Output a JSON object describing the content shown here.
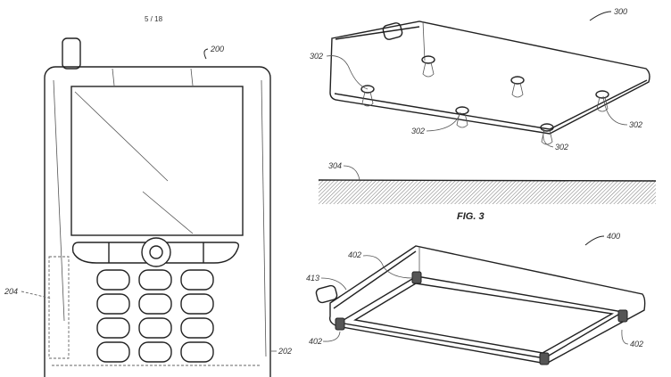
{
  "page_number": "5 / 18",
  "figure_caption": "FIG. 3",
  "labels": {
    "phone": "200",
    "detection_region": "204",
    "phone_base": "202",
    "device_fig3": "300",
    "suction_feet": "302",
    "surface": "304",
    "device_fig4": "400",
    "corner_pads": "402",
    "antenna": "413"
  }
}
